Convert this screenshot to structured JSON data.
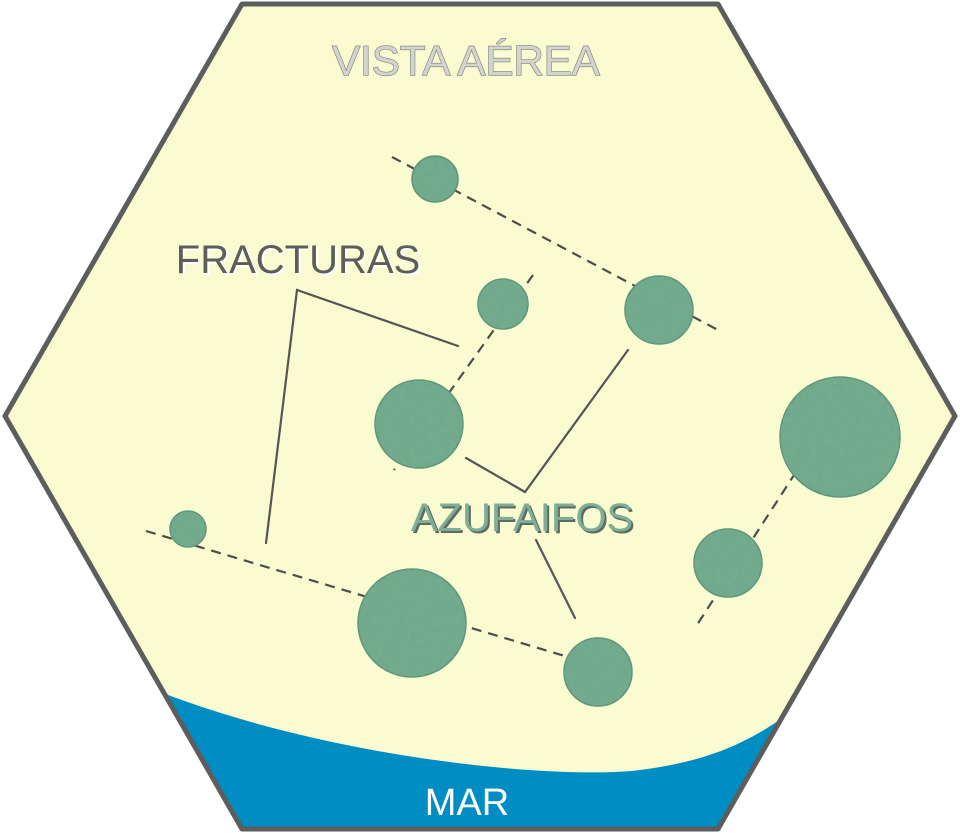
{
  "diagram": {
    "title": "VISTA AÉREA",
    "label_fractures": "FRACTURAS",
    "label_trees": "AZUFAIFOS",
    "label_sea": "MAR"
  },
  "colors": {
    "background": "#fbfbd2",
    "border": "#5d5d5d",
    "sea": "#008dc3",
    "tree_fill": "#6fa98b",
    "tree_edge": "#4f8a6d",
    "line": "#4d4d4d"
  },
  "icons": {
    "tree": "tree-canopy-icon"
  }
}
